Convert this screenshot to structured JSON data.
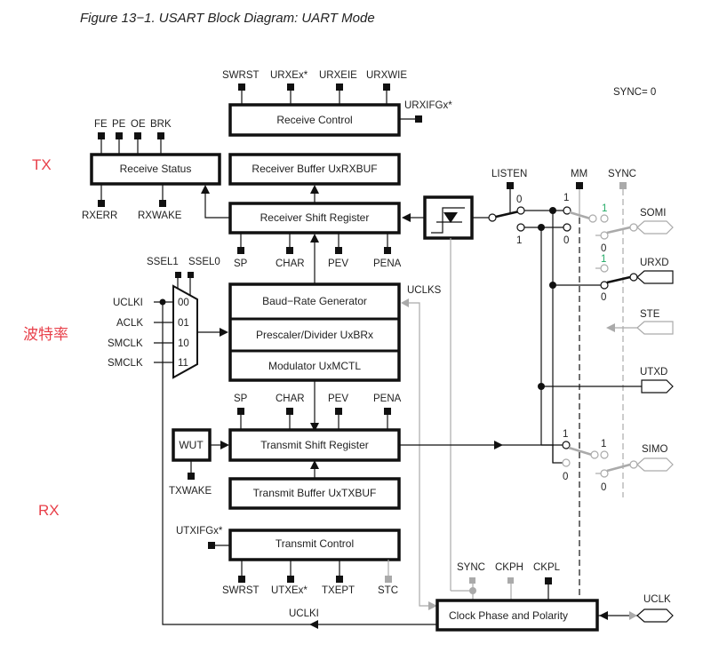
{
  "figure_title": "Figure 13−1.  USART Block Diagram: UART Mode",
  "sync_note": "SYNC= 0",
  "annotations": {
    "tx": "TX",
    "baud": "波特率",
    "rx": "RX"
  },
  "annotation_color": "#e8404a",
  "blocks": {
    "receive_control": "Receive Control",
    "receive_status": "Receive Status",
    "receiver_buffer": "Receiver Buffer UxRXBUF",
    "receiver_shift": "Receiver Shift Register",
    "baud_rate_gen": "Baud−Rate Generator",
    "prescaler": "Prescaler/Divider UxBRx",
    "modulator": "Modulator UxMCTL",
    "transmit_shift": "Transmit Shift Register",
    "transmit_buffer": "Transmit Buffer UxTXBUF",
    "transmit_control": "Transmit Control",
    "wut": "WUT",
    "clock_phase": "Clock Phase and Polarity"
  },
  "receive_control_inputs": [
    "SWRST",
    "URXEx*",
    "URXEIE",
    "URXWIE"
  ],
  "receive_control_output": "URXIFGx*",
  "receive_status_top": [
    "FE",
    "PE",
    "OE",
    "BRK"
  ],
  "receive_status_bottom": [
    "RXERR",
    "RXWAKE"
  ],
  "rx_shift_bits": [
    "SP",
    "CHAR",
    "PEV",
    "PENA"
  ],
  "tx_shift_bits": [
    "SP",
    "CHAR",
    "PEV",
    "PENA"
  ],
  "clock_mux": {
    "selects": [
      "SSEL1",
      "SSEL0"
    ],
    "inputs": [
      {
        "name": "UCLKI",
        "code": "00"
      },
      {
        "name": "ACLK",
        "code": "01"
      },
      {
        "name": "SMCLK",
        "code": "10"
      },
      {
        "name": "SMCLK",
        "code": "11"
      }
    ]
  },
  "uclks": "UCLKS",
  "uclki": "UCLKI",
  "txwake": "TXWAKE",
  "transmit_control_flag": "UTXIFGx*",
  "transmit_control_bits": [
    "SWRST",
    "UTXEx*",
    "TXEPT",
    "STC"
  ],
  "switch_controls": [
    "LISTEN",
    "MM",
    "SYNC"
  ],
  "clock_phase_inputs": [
    "SYNC",
    "CKPH",
    "CKPL"
  ],
  "pins": [
    "SOMI",
    "URXD",
    "STE",
    "UTXD",
    "SIMO",
    "UCLK"
  ],
  "switch_pos": {
    "listen_0": "0",
    "listen_1": "1",
    "mm_1": "1",
    "mm_0": "0",
    "somi_1": "1",
    "somi_0": "0",
    "urxd_1": "1",
    "urxd_0": "0",
    "tx_1": "1",
    "tx_0": "0",
    "simo_1": "1",
    "simo_0": "0"
  }
}
